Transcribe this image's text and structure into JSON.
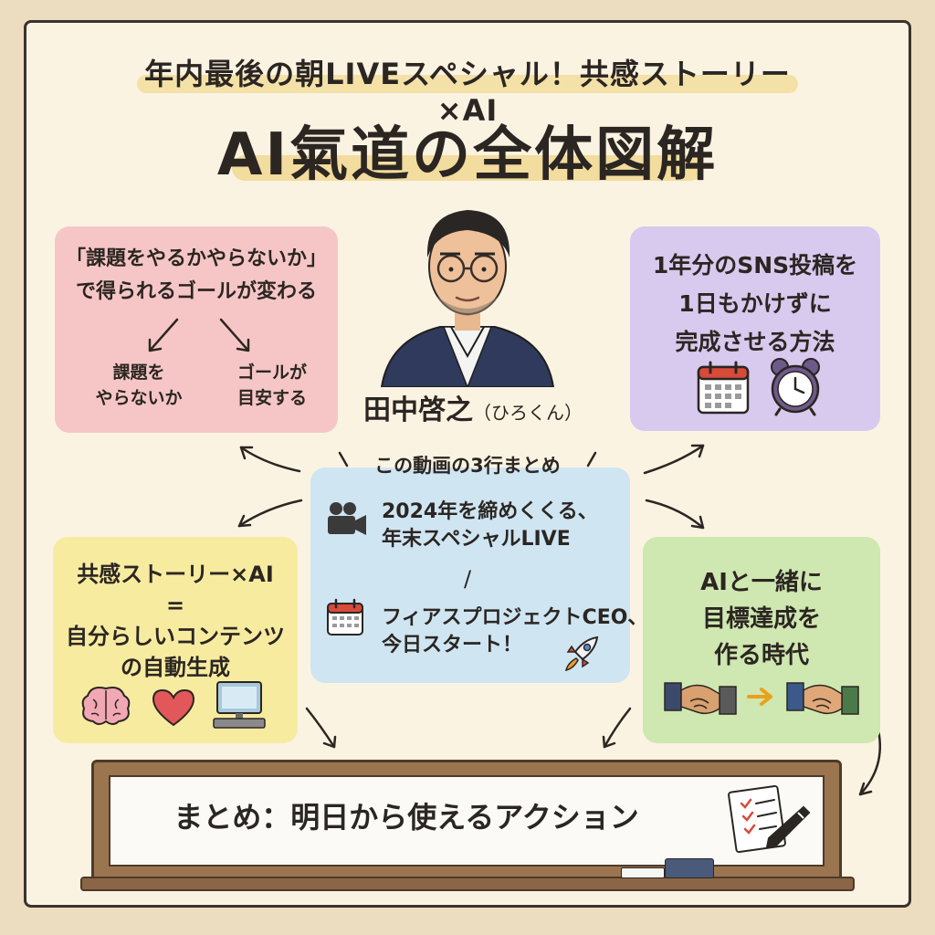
{
  "header": {
    "subtitle": "年内最後の朝LIVEスペシャル！共感ストーリー×AI",
    "title": "AI氣道の全体図解"
  },
  "person": {
    "name": "田中啓之",
    "nickname": "（ひろくん）"
  },
  "card_top_left": {
    "line1": "「課題をやるかやらないか」",
    "line2": "で得られるゴールが変わる",
    "branch_left": [
      "課題を",
      "やらないか"
    ],
    "branch_right": [
      "ゴールが",
      "目安する"
    ]
  },
  "card_top_right": {
    "lines": [
      "1年分のSNS投稿を",
      "1日もかけずに",
      "完成させる方法"
    ],
    "icons": [
      "calendar-icon",
      "alarm-clock-icon"
    ]
  },
  "card_center": {
    "header": "この動画の3行まとめ",
    "line1": [
      "2024年を締めくくる、",
      "年末スペシャルLIVE"
    ],
    "separator": "/",
    "line2": [
      "フィアスプロジェクトCEO、",
      "今日スタート！"
    ],
    "icons": [
      "video-camera-icon",
      "calendar-icon",
      "rocket-icon"
    ]
  },
  "card_bottom_left": {
    "lines": [
      "共感ストーリー×AI",
      "=",
      "自分らしいコンテンツ",
      "の自動生成"
    ],
    "icons": [
      "brain-icon",
      "heart-icon",
      "computer-icon"
    ]
  },
  "card_bottom_right": {
    "lines": [
      "AIと一緒に",
      "目標達成を",
      "作る時代"
    ],
    "icons": [
      "handshake-icon",
      "arrow-right-icon",
      "handshake-icon"
    ]
  },
  "banner": {
    "text": "まとめ：明日から使えるアクション",
    "icons": [
      "checklist-icon",
      "pen-icon"
    ]
  },
  "colors": {
    "pink": "#f6c6c6",
    "purple": "#d8c9ee",
    "yellow": "#f7eba0",
    "green": "#cfe7b0",
    "blue": "#cfe5f2",
    "highlight": "#f2dc9e"
  }
}
